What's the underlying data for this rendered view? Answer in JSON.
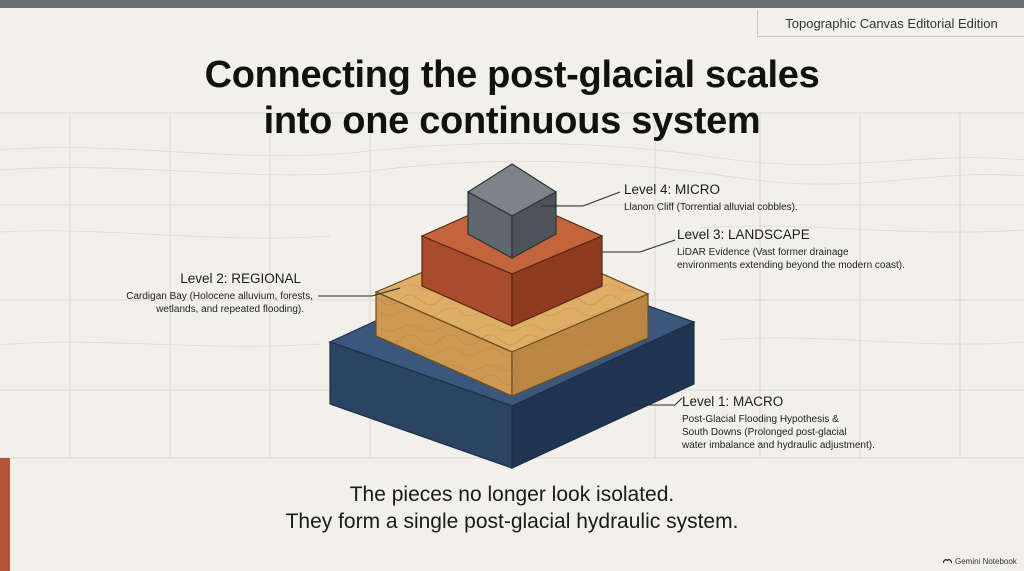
{
  "header": {
    "edition": "Topographic Canvas Editorial Edition"
  },
  "title": {
    "line1": "Connecting the post-glacial scales",
    "line2": "into one continuous system"
  },
  "levels": [
    {
      "id": "micro",
      "title": "Level 4: MICRO",
      "lines": [
        "Llanon Cliff (Torrential alluvial cobbles)."
      ],
      "color": "#5f666e"
    },
    {
      "id": "landscape",
      "title": "Level 3: LANDSCAPE",
      "lines": [
        "LiDAR Evidence (Vast former drainage",
        "environments extending beyond the modern coast)."
      ],
      "color": "#b4532f"
    },
    {
      "id": "regional",
      "title": "Level 2: REGIONAL",
      "lines": [
        "Cardigan Bay (Holocene alluvium, forests,",
        "wetlands, and repeated flooding)."
      ],
      "color": "#d6a35c"
    },
    {
      "id": "macro",
      "title": "Level 1: MACRO",
      "lines": [
        "Post-Glacial Flooding Hypothesis &",
        "South Downs (Prolonged post-glacial",
        "water imbalance and hydraulic adjustment)."
      ],
      "color": "#2f4a6b"
    }
  ],
  "footer": {
    "line1": "The pieces no longer look isolated.",
    "line2": "They form a single post-glacial hydraulic system."
  },
  "brand": {
    "name": "Gemini Notebook"
  },
  "colors": {
    "background": "#f1f0ea",
    "accent": "#b3553a",
    "top_bar": "#6b6e73"
  }
}
